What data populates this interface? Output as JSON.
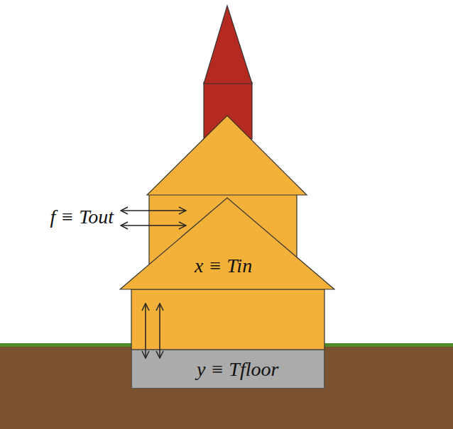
{
  "diagram": {
    "nodes": [
      {
        "text": [
          "x ≡ Tin"
        ]
      },
      {
        "text": [
          "y ≡ Tfloor"
        ]
      }
    ],
    "edges": [
      {
        "from": 0,
        "to": 1,
        "arrow": "both"
      },
      {
        "from": 1,
        "to": 0,
        "arrow": "both"
      }
    ],
    "labels": [
      "f ≡ Tout"
    ]
  }
}
